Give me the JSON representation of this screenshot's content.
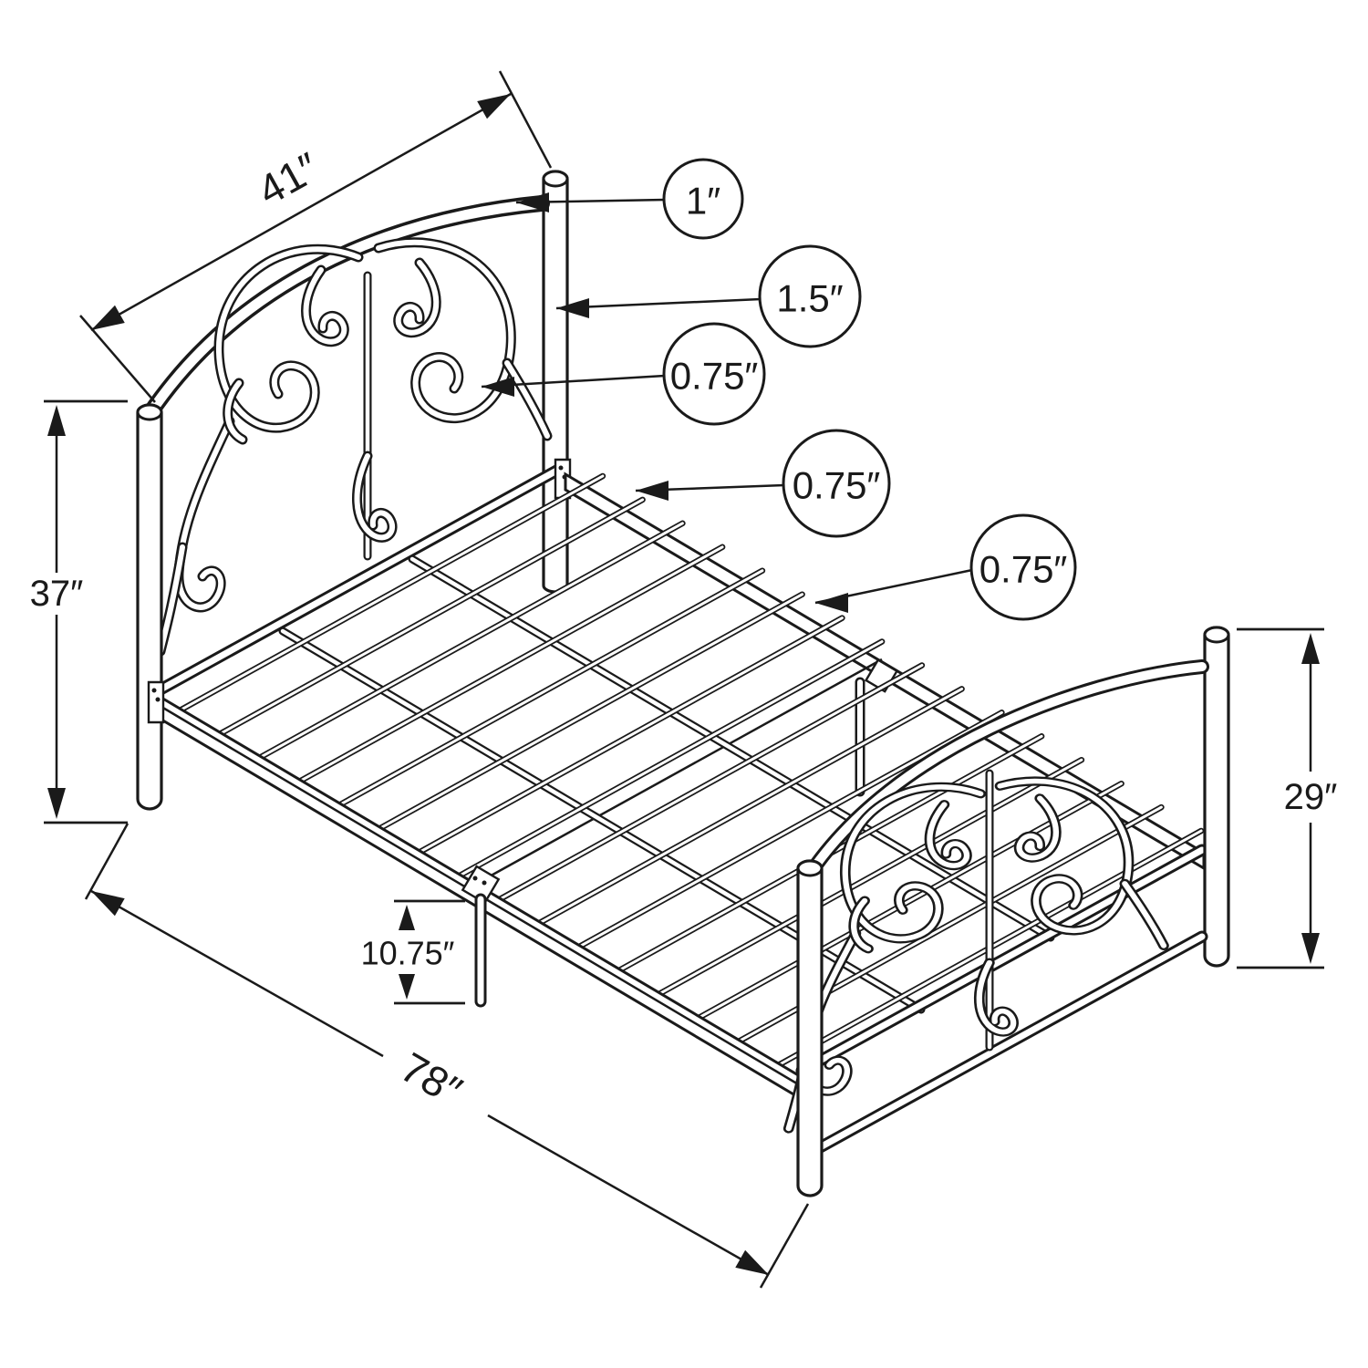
{
  "diagram": {
    "subject": "metal platform bed frame with scroll headboard and footboard, isometric dimensioned drawing",
    "background_color": "#ffffff",
    "line_color": "#1a1a1a",
    "unit": "inches",
    "structure": {
      "slat_count": 16
    },
    "dimensions": {
      "headboard_width": "41″",
      "headboard_height": "37″",
      "bed_length": "78″",
      "footboard_height": "29″",
      "under_frame_clearance": "10.75″"
    },
    "callouts": {
      "post_diameter": "1″",
      "leg_diameter": "1.5″",
      "scroll_tube_diameter": "0.75″",
      "slat_tube_diameter": "0.75″",
      "rail_tube_diameter": "0.75″"
    }
  }
}
